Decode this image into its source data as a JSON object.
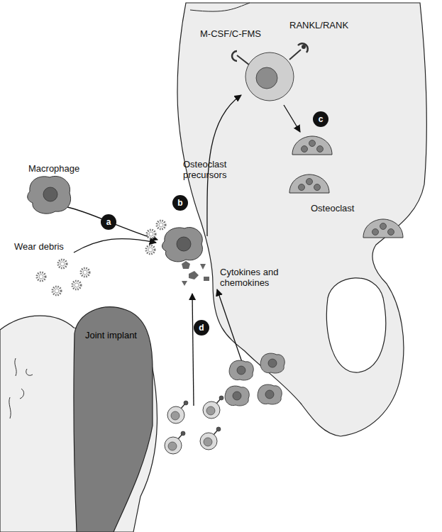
{
  "diagram": {
    "nodes": [
      {
        "text": [
          "Joint implant"
        ]
      }
    ],
    "labels": [
      "RANKL/RANK",
      "M-CSF/C-FMS",
      "Macrophage",
      "b",
      "Osteoclast precursors",
      "c",
      "a",
      "Wear debris",
      "Osteoclast",
      "Cytokines and chemokines",
      "d"
    ]
  }
}
